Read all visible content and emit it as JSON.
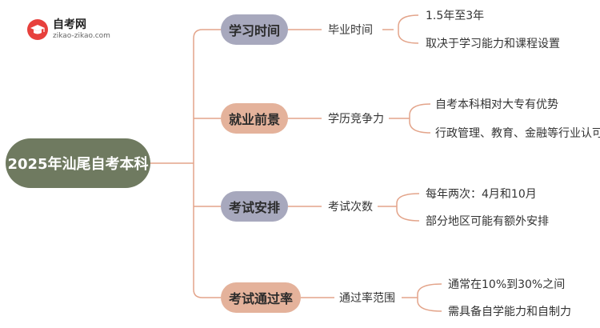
{
  "logo": {
    "title": "自考网",
    "subtitle": "zikao-zikao.com"
  },
  "colors": {
    "root_bg": "#6f7a60",
    "cat_purple": "#a7a8bd",
    "cat_peach": "#e4b29b",
    "connector": "#e3a48a"
  },
  "mindmap": {
    "root": "2025年汕尾自考本科",
    "branches": [
      {
        "title": "学习时间",
        "sub": "毕业时间",
        "leaves": [
          "1.5年至3年",
          "取决于学习能力和课程设置"
        ]
      },
      {
        "title": "就业前景",
        "sub": "学历竞争力",
        "leaves": [
          "自考本科相对大专有优势",
          "行政管理、教育、金融等行业认可"
        ]
      },
      {
        "title": "考试安排",
        "sub": "考试次数",
        "leaves": [
          "每年两次：4月和10月",
          "部分地区可能有额外安排"
        ]
      },
      {
        "title": "考试通过率",
        "sub": "通过率范围",
        "leaves": [
          "通常在10%到30%之间",
          "需具备自学能力和自制力"
        ]
      }
    ]
  }
}
